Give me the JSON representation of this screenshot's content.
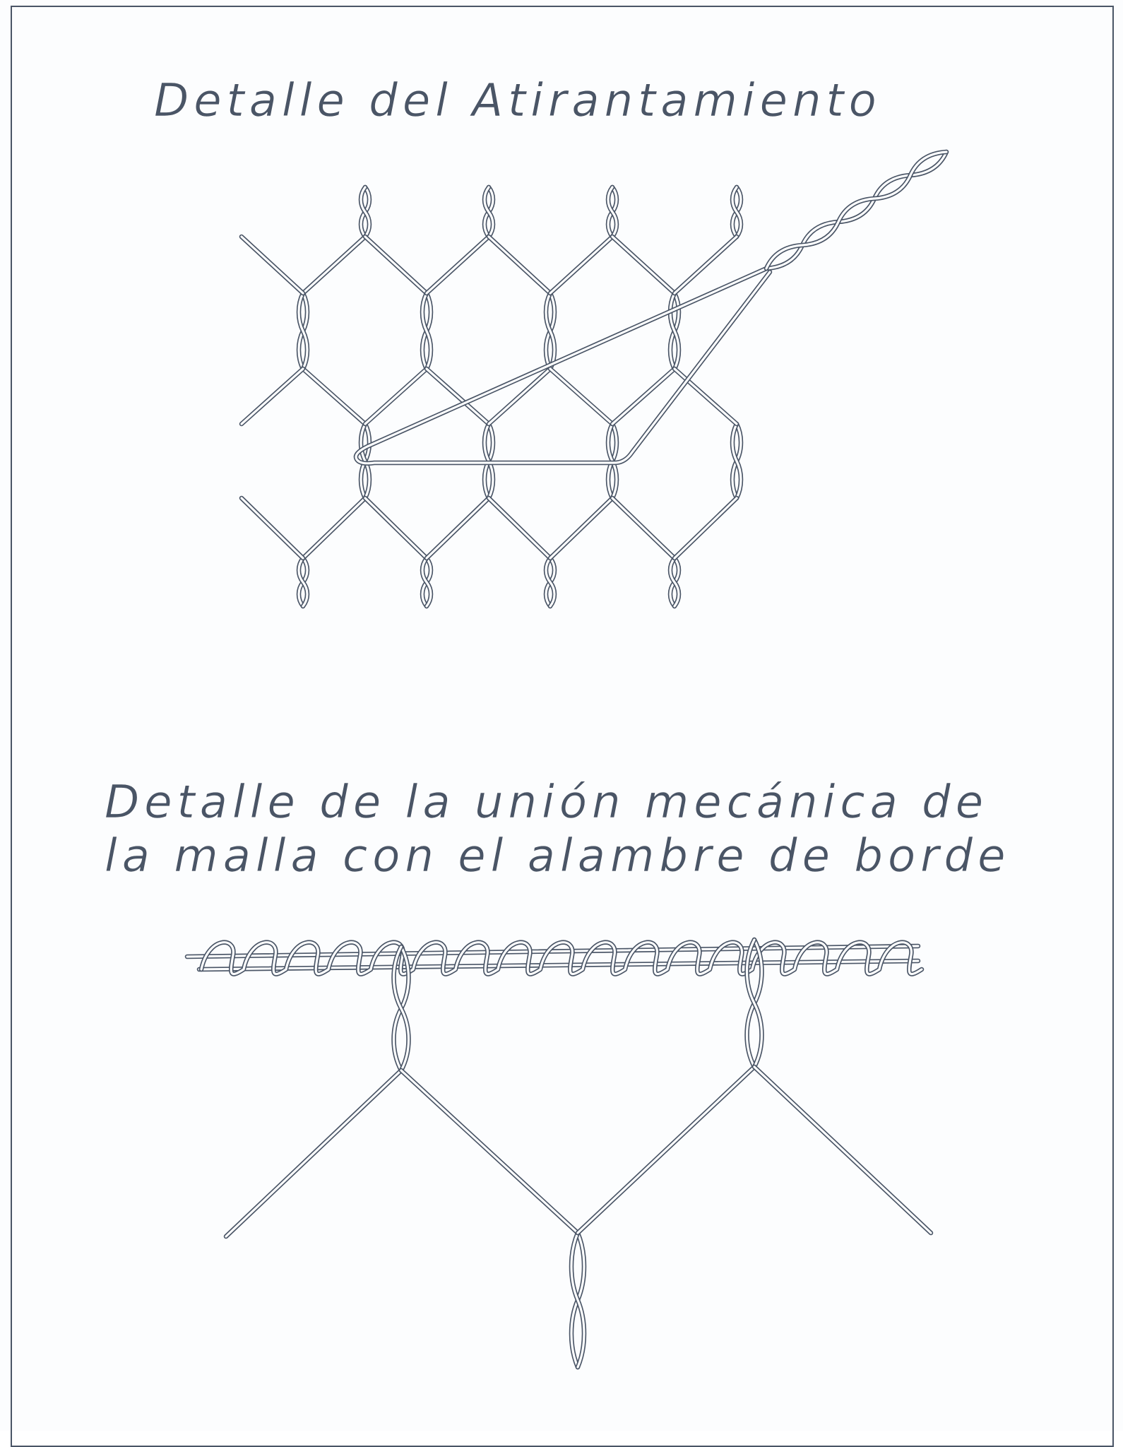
{
  "colors": {
    "ink": "#4a5566",
    "paper": "#fcfdfe"
  },
  "detail_tie": {
    "title": "Detalle del Atirantamiento"
  },
  "detail_joint": {
    "title_line_1": "Detalle de la unión mecánica de",
    "title_line_2": "la malla con el alambre de borde"
  }
}
